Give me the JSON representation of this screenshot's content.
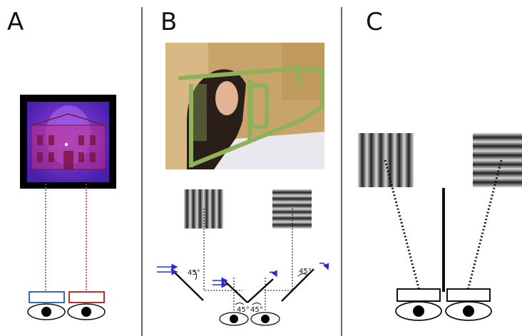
{
  "panels": [
    {
      "letter": "A"
    },
    {
      "letter": "B"
    },
    {
      "letter": "C"
    }
  ],
  "panel_b": {
    "angle_labels": [
      "45°",
      "45°",
      "45°",
      "45°"
    ]
  },
  "colors": {
    "left_eye_channel": "#2f6fb8",
    "right_eye_channel": "#c2302e",
    "stereoscope_frame": "#8fb15a",
    "motion_arrows": "#2b2bd6",
    "divider": "#333333"
  }
}
